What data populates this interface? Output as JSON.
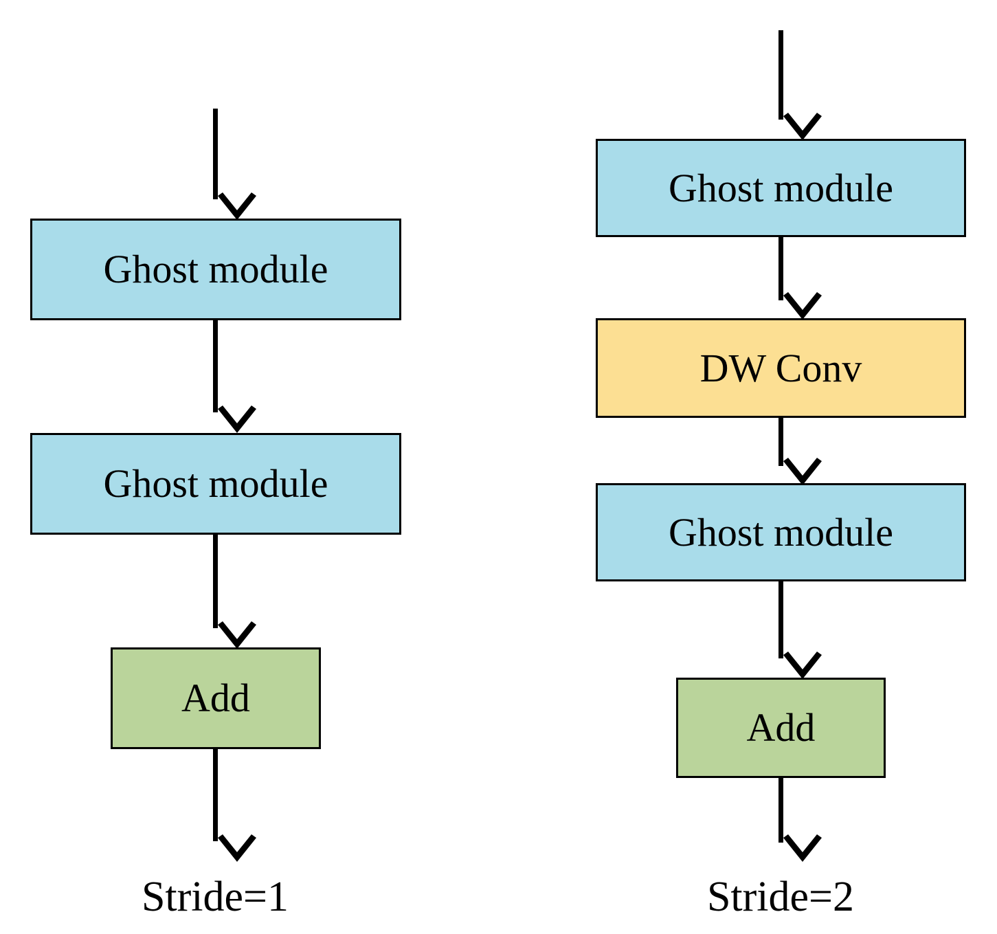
{
  "figure": {
    "type": "flow-diagram",
    "background": "#ffffff",
    "stroke_color": "#000000",
    "colors": {
      "ghost_module": "#a9dcea",
      "dw_conv": "#fcdf93",
      "add": "#bad49b"
    }
  },
  "columns": [
    {
      "id": "stride1",
      "caption": "Stride=1",
      "nodes": [
        {
          "id": "s1-ghost-1",
          "label": "Ghost module",
          "kind": "ghost-module",
          "color": "#a9dcea"
        },
        {
          "id": "s1-ghost-2",
          "label": "Ghost module",
          "kind": "ghost-module",
          "color": "#a9dcea"
        },
        {
          "id": "s1-add",
          "label": "Add",
          "kind": "add",
          "color": "#bad49b"
        }
      ],
      "edges": [
        {
          "from": "input",
          "to": "s1-ghost-1",
          "arrow": "down"
        },
        {
          "from": "s1-ghost-1",
          "to": "s1-ghost-2",
          "arrow": "down"
        },
        {
          "from": "s1-ghost-2",
          "to": "s1-add",
          "arrow": "down"
        },
        {
          "from": "s1-add",
          "to": "output",
          "arrow": "down"
        }
      ]
    },
    {
      "id": "stride2",
      "caption": "Stride=2",
      "nodes": [
        {
          "id": "s2-ghost-1",
          "label": "Ghost module",
          "kind": "ghost-module",
          "color": "#a9dcea"
        },
        {
          "id": "s2-dwconv",
          "label": "DW Conv",
          "kind": "dw-conv",
          "color": "#fcdf93"
        },
        {
          "id": "s2-ghost-2",
          "label": "Ghost module",
          "kind": "ghost-module",
          "color": "#a9dcea"
        },
        {
          "id": "s2-add",
          "label": "Add",
          "kind": "add",
          "color": "#bad49b"
        }
      ],
      "edges": [
        {
          "from": "input",
          "to": "s2-ghost-1",
          "arrow": "down"
        },
        {
          "from": "s2-ghost-1",
          "to": "s2-dwconv",
          "arrow": "down"
        },
        {
          "from": "s2-dwconv",
          "to": "s2-ghost-2",
          "arrow": "down"
        },
        {
          "from": "s2-ghost-2",
          "to": "s2-add",
          "arrow": "down"
        },
        {
          "from": "s2-add",
          "to": "output",
          "arrow": "down"
        }
      ]
    }
  ]
}
